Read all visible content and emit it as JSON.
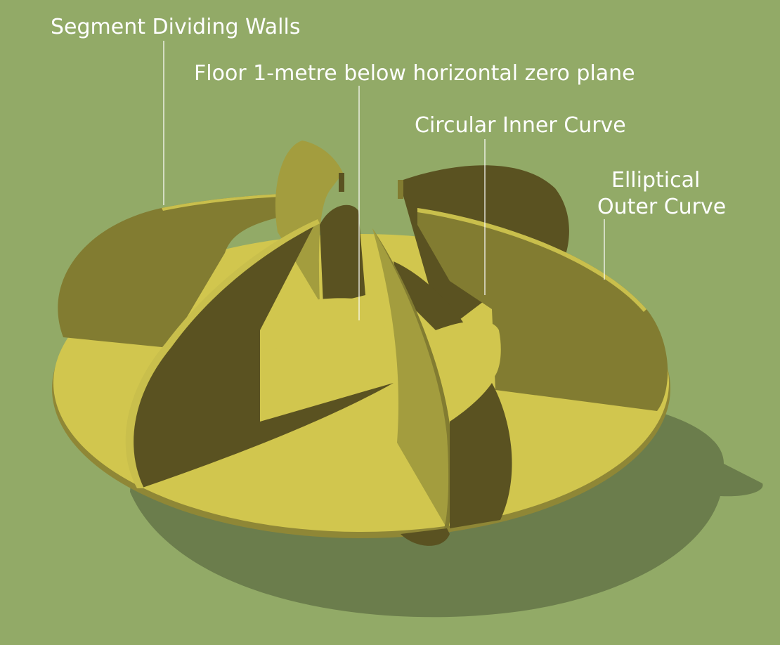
{
  "labels": {
    "segment_walls": "Segment Dividing Walls",
    "floor": "Floor 1-metre below horizontal zero plane",
    "inner_curve": "Circular Inner Curve",
    "outer_curve_line1": "Elliptical",
    "outer_curve_line2": "Outer Curve"
  },
  "colors": {
    "background": "#92aa67",
    "shadow": "#6b7d4c",
    "floor": "#d1c64e",
    "wall_dark": "#5a5221",
    "wall_mid": "#827c31",
    "wall_light": "#a39d3e",
    "leader_line": "#ffffff"
  }
}
